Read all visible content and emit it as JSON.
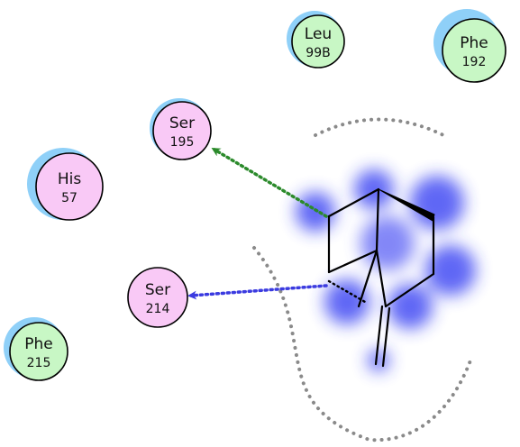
{
  "colors": {
    "hydrophobic_fill": "#c8f7c5",
    "polar_fill": "#f9c9f6",
    "residue_stroke": "#000000",
    "solvent_halo": "#8fd0f8",
    "ligand_exposure": "#2b35f2",
    "hbond_backbone": "#2b8a2b",
    "hbond_sidechain": "#3b3be0",
    "pocket_outline": "#8a8a8a",
    "ligand_bond": "#000000"
  },
  "residues": [
    {
      "id": "leu-99b",
      "name": "Leu",
      "number": "99B",
      "type": "hydrophobic"
    },
    {
      "id": "phe-192",
      "name": "Phe",
      "number": "192",
      "type": "hydrophobic"
    },
    {
      "id": "ser-195",
      "name": "Ser",
      "number": "195",
      "type": "polar"
    },
    {
      "id": "his-57",
      "name": "His",
      "number": "57",
      "type": "polar"
    },
    {
      "id": "ser-214",
      "name": "Ser",
      "number": "214",
      "type": "polar"
    },
    {
      "id": "phe-215",
      "name": "Phe",
      "number": "215",
      "type": "hydrophobic"
    }
  ],
  "interactions": [
    {
      "residue": "ser-195",
      "kind": "hbond-backbone"
    },
    {
      "residue": "ser-214",
      "kind": "hbond-sidechain"
    }
  ]
}
